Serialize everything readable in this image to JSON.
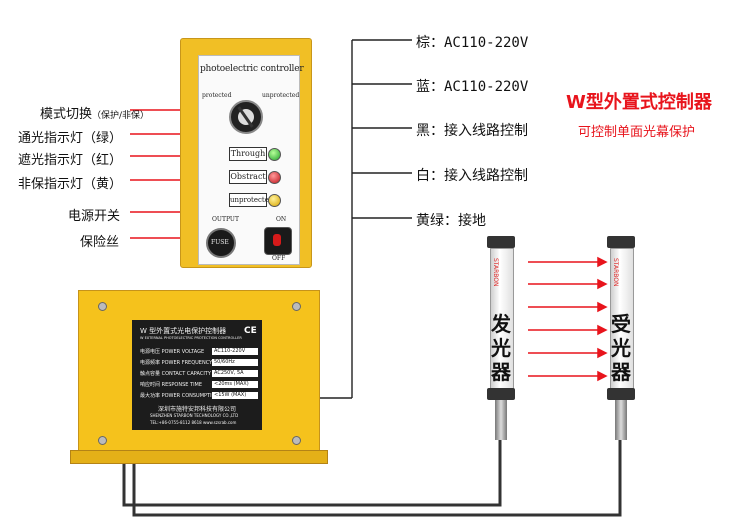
{
  "panel": {
    "title": "photoelectric controller",
    "protected": "protected",
    "unprotected": "unprotected",
    "tag_through": "Through",
    "tag_obstract": "Obstract",
    "tag_unprotected": "unprotected",
    "output": "OUTPUT",
    "fuse": "FUSE",
    "on": "ON",
    "off": "OFF"
  },
  "left_labels": {
    "mode_switch": "模式切换",
    "mode_switch_note": "（保护/非保）",
    "through_light": "通光指示灯（绿）",
    "obstruct_light": "遮光指示灯（红）",
    "unprotected_light": "非保指示灯（黄）",
    "power_switch": "电源开关",
    "fuse": "保险丝"
  },
  "wires": {
    "brown_name": "棕：",
    "brown_spec": "AC110-220V",
    "blue_name": "蓝：",
    "blue_spec": "AC110-220V",
    "black": "黑：接入线路控制",
    "white": "白：接入线路控制",
    "yellow_green": "黄绿：接地"
  },
  "product": {
    "title": "W型外置式控制器",
    "subtitle": "可控制单面光幕保护"
  },
  "plate": {
    "title": "W 型外置式光电保护控制器",
    "title_en": "W EXTERNAL PHOTOELECTRIC PROTECTION CONTROLLER",
    "rows": [
      {
        "label": "电源电压  POWER VOLTAGE",
        "value": "AC110-220V"
      },
      {
        "label": "电源频率  POWER FREQUENCY",
        "value": "50/60Hz"
      },
      {
        "label": "触点容量  CONTACT CAPACITY",
        "value": "AC250V, 5A"
      },
      {
        "label": "响应时间  RESPONSE TIME",
        "value": "<20ms (MAX)"
      },
      {
        "label": "最大功率  POWER CONSUMPTION",
        "value": "<15W (MAX)"
      }
    ],
    "company": "深圳市施特安邦科技有限公司",
    "company_en": "SHENZHEN STARBON TECHNOLOGY CO.,LTD",
    "contact": "TEL:+86-0755-8112 8618     www.szsrab.com"
  },
  "curtain": {
    "emitter": [
      "发",
      "光",
      "器"
    ],
    "receiver": [
      "受",
      "光",
      "器"
    ],
    "brand": "STARBON"
  },
  "colors": {
    "accent_red": "#e8141c",
    "box_yellow": "#f5c21c",
    "wire": "#222222"
  }
}
